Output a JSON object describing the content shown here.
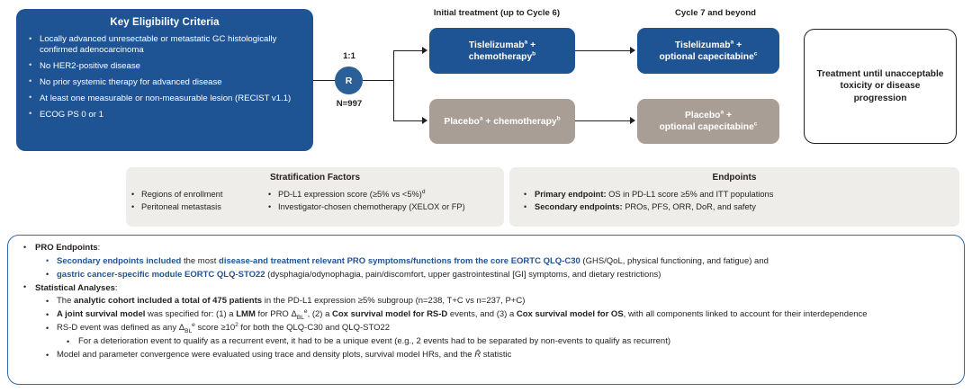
{
  "eligibility": {
    "title": "Key Eligibility Criteria",
    "items": [
      "Locally advanced unresectable or metastatic GC histologically confirmed adenocarcinoma",
      "No HER2-positive disease",
      "No prior systemic therapy for advanced disease",
      "At least one measurable or non-measurable lesion (RECIST v1.1)",
      "ECOG PS 0 or 1"
    ]
  },
  "randomization": {
    "ratio": "1:1",
    "letter": "R",
    "n_label": "N=997"
  },
  "columns": {
    "initial": "Initial treatment (up to Cycle 6)",
    "cycle7": "Cycle 7 and beyond"
  },
  "arms": {
    "initial_active_line1": "Tislelizumab",
    "initial_active_sup1": "a",
    "initial_active_line1b": " +",
    "initial_active_line2": "chemotherapy",
    "initial_active_sup2": "b",
    "initial_placebo": "Placebo",
    "initial_placebo_sup1": "a",
    "initial_placebo_mid": " + chemotherapy",
    "initial_placebo_sup2": "b",
    "cycle7_active_line1": "Tislelizumab",
    "cycle7_active_sup1": "a",
    "cycle7_active_line2": "optional capecitabine",
    "cycle7_active_sup2": "c",
    "cycle7_placebo_line1": "Placebo",
    "cycle7_placebo_sup1": "a",
    "cycle7_placebo_line2": "optional capecitabine",
    "cycle7_placebo_sup2": "c"
  },
  "treatment_end": {
    "line1": "Treatment until unacceptable",
    "line2": "toxicity or disease progression"
  },
  "stratification": {
    "title": "Stratification Factors",
    "col_left": [
      "Regions of enrollment",
      "Peritoneal metastasis"
    ],
    "col_right_1_text": "PD-L1 expression score (≥5% vs <5%)",
    "col_right_1_sup": "d",
    "col_right_2": "Investigator-chosen chemotherapy (XELOX or FP)"
  },
  "endpoints": {
    "title": "Endpoints",
    "primary_label": "Primary endpoint:",
    "primary_text": " OS in PD-L1 score ≥5% and ITT populations",
    "secondary_label": "Secondary endpoints:",
    "secondary_text": " PROs, PFS, ORR, DoR, and safety"
  },
  "pro": {
    "heading_bold": "PRO Endpoints",
    "heading_rest": ":",
    "pro_b1_a": "Secondary endpoints included",
    "pro_b1_b": " the most ",
    "pro_b1_c": "disease-and treatment relevant PRO symptoms/functions from the core EORTC QLQ-C30",
    "pro_b1_d": " (GHS/QoL, physical functioning, and fatigue) and",
    "pro_b2_a": "gastric cancer-specific module EORTC QLQ-STO22",
    "pro_b2_b": " (dysphagia/odynophagia, pain/discomfort, upper gastrointestinal [GI] symptoms, and dietary restrictions)",
    "stats_heading_bold": "Statistical Analyses",
    "stats_heading_rest": ":",
    "s1_a": "The ",
    "s1_b": "analytic cohort included a total of 475 patients",
    "s1_c": " in the PD-L1 expression ≥5% subgroup (n=238, T+C vs n=237, P+C)",
    "s2_a": "A joint survival model",
    "s2_b": " was specified for: (1) a ",
    "s2_c": "LMM",
    "s2_d": " for PRO Δ",
    "s2_sub": "BL",
    "s2_sup": "e",
    "s2_e": ", (2) a ",
    "s2_f": "Cox survival model for RS-D",
    "s2_g": " events, and (3) a ",
    "s2_h": "Cox survival model for OS",
    "s2_i": ", with all components linked to account for their interdependence",
    "s3_a": "RS-D event was defined as any Δ",
    "s3_sub": "BL",
    "s3_sup": "e",
    "s3_b": " score ≥10",
    "s3_sup2": "2",
    "s3_c": " for both the QLQ-C30 and QLQ-STO22",
    "s4": "For a deterioration event to qualify as a recurrent event, it had to be a unique event (e.g., 2 events had to be separated by non-events to qualify as recurrent)",
    "s5_a": "Model and parameter convergence were evaluated using trace and density plots, survival model HRs, and the ",
    "s5_rhat": "R̂",
    "s5_b": " statistic"
  },
  "colors": {
    "brand_blue": "#1f5494",
    "placebo_grey": "#a89e96",
    "panel_bg": "#efedea",
    "pro_border": "#2f6bb0"
  }
}
